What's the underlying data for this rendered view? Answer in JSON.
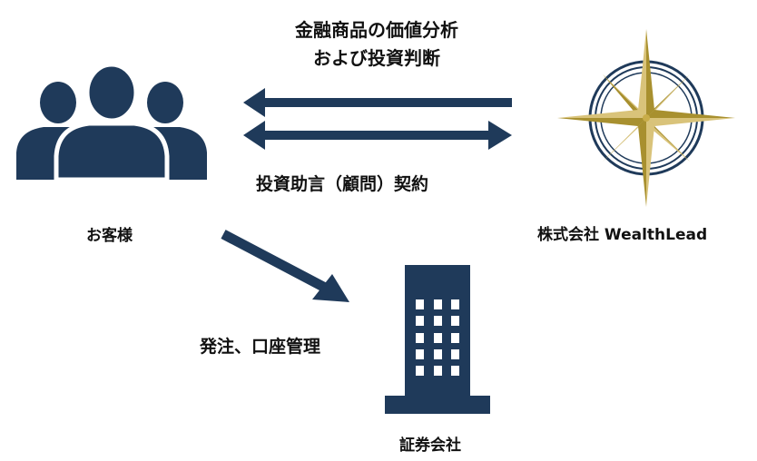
{
  "labels": {
    "top_line1": "金融商品の価値分析",
    "top_line2": "および投資判断",
    "contract": "投資助言（顧問）契約",
    "customer": "お客様",
    "company": "株式会社 WealthLead",
    "order": "発注、口座管理",
    "securities": "証券会社"
  },
  "icons": {
    "customer": "people-group-icon",
    "company": "compass-rose-logo",
    "securities": "office-building-icon"
  },
  "colors": {
    "navy": "#1f3a5a",
    "gold": "#c9ad4a",
    "text": "#111111"
  }
}
